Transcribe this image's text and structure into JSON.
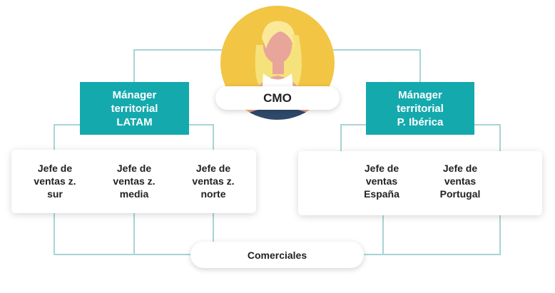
{
  "cmo": {
    "label": "CMO"
  },
  "managers": [
    {
      "label": "Mánager\nterritorial\nLATAM"
    },
    {
      "label": "Mánager\nterritorial\nP. Ibérica"
    }
  ],
  "latam_jefes": [
    {
      "label": "Jefe de\nventas z.\nsur"
    },
    {
      "label": "Jefe de\nventas z.\nmedia"
    },
    {
      "label": "Jefe de\nventas z.\nnorte"
    }
  ],
  "iberica_jefes": [
    {
      "label": "Jefe de\nventas\nEspaña"
    },
    {
      "label": "Jefe de\nventas\nPortugal"
    }
  ],
  "comerciales": {
    "label": "Comerciales"
  },
  "colors": {
    "manager_bg": "#14a9ad",
    "connector": "#a8d4d6",
    "avatar_circle": "#f2c544"
  }
}
